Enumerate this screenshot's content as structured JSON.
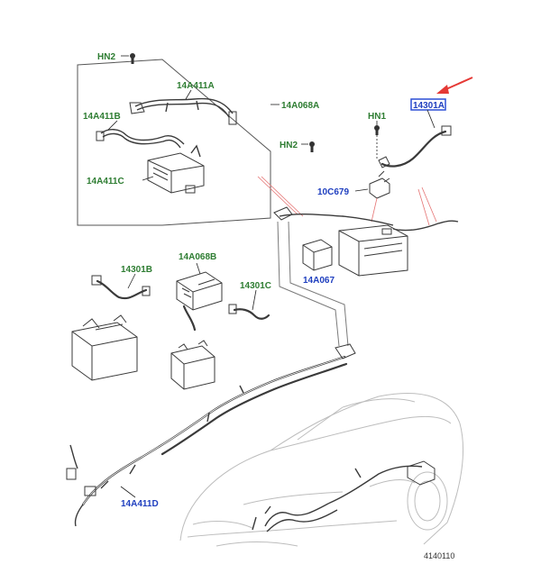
{
  "labels": {
    "hn2_top": "HN2",
    "a14411a": "14A411A",
    "a14411b": "14A411B",
    "a14411c": "14A411C",
    "a14068a": "14A068A",
    "hn2_mid": "HN2",
    "hn1": "HN1",
    "p14301a": "14301A",
    "c10679": "10C679",
    "a14067": "14A067",
    "a14068b": "14A068B",
    "p14301b": "14301B",
    "p14301c": "14301C",
    "a14411d": "14A411D",
    "figure_number": "4140110"
  },
  "colors": {
    "callout_green": "#2e7d32",
    "callout_blue": "#1f3fbf",
    "highlight_box": "#2b4fd6",
    "arrow_red": "#e53935"
  }
}
